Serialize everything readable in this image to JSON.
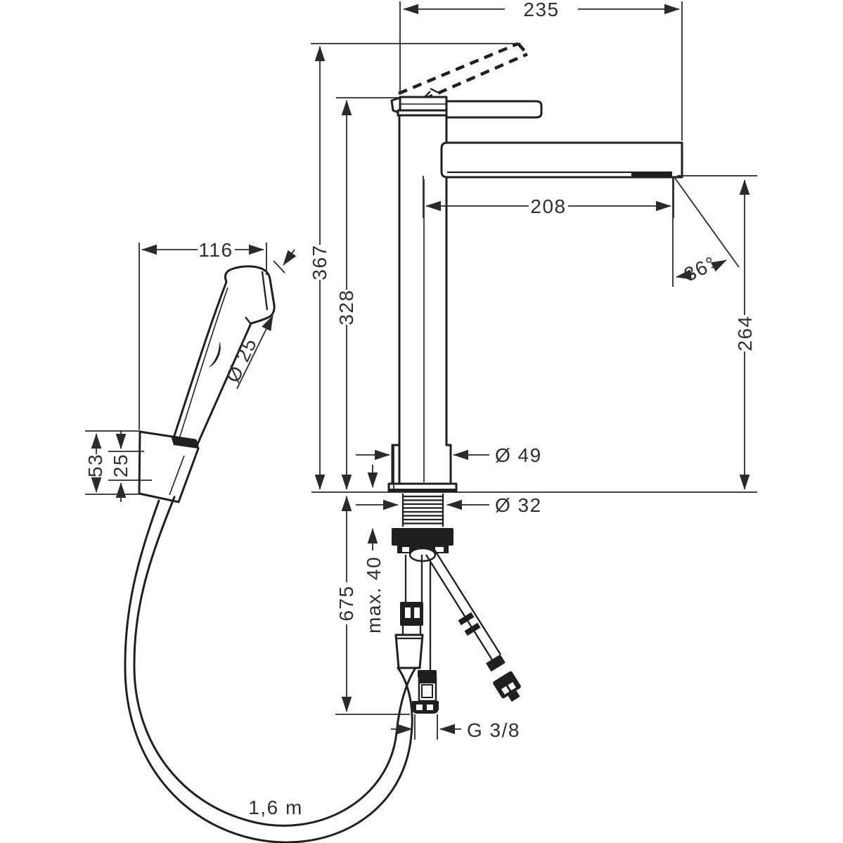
{
  "drawing": {
    "kind": "technical-dimension-drawing",
    "units": "mm",
    "labels": {
      "width_total": "235",
      "height_total": "367",
      "height_body": "328",
      "spout_reach": "208",
      "spout_angle": "36°",
      "spout_height": "264",
      "shower_length": "116",
      "shower_head_dia": "Ø 25",
      "holder_height": "53",
      "holder_depth": "25",
      "base_dia": "Ø 49",
      "shank_dia": "Ø 32",
      "deck_thickness": "max. 40",
      "supply_drop": "675",
      "thread": "G 3/8",
      "hose_length": "1,6 m"
    }
  }
}
